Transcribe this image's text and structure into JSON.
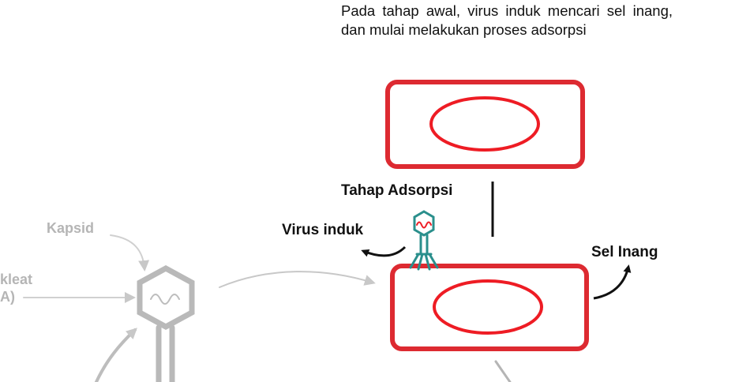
{
  "description": "Pada tahap awal, virus induk mencari sel inang, dan mulai melakukan proses adsorpsi",
  "labels": {
    "stage": "Tahap Adsorpsi",
    "parent_virus": "Virus induk",
    "host_cell": "Sel Inang",
    "capsid": "Kapsid",
    "nucleic_acid_line1": "kleat",
    "nucleic_acid_line2": "A)"
  },
  "colors": {
    "cell_outline": "#dd2a31",
    "nucleus_outline": "#ee1c24",
    "virus_body": "#2a8f8c",
    "virus_dna": "#ee1c24",
    "faded_grey": "#b5b5b5",
    "text": "#111111"
  }
}
